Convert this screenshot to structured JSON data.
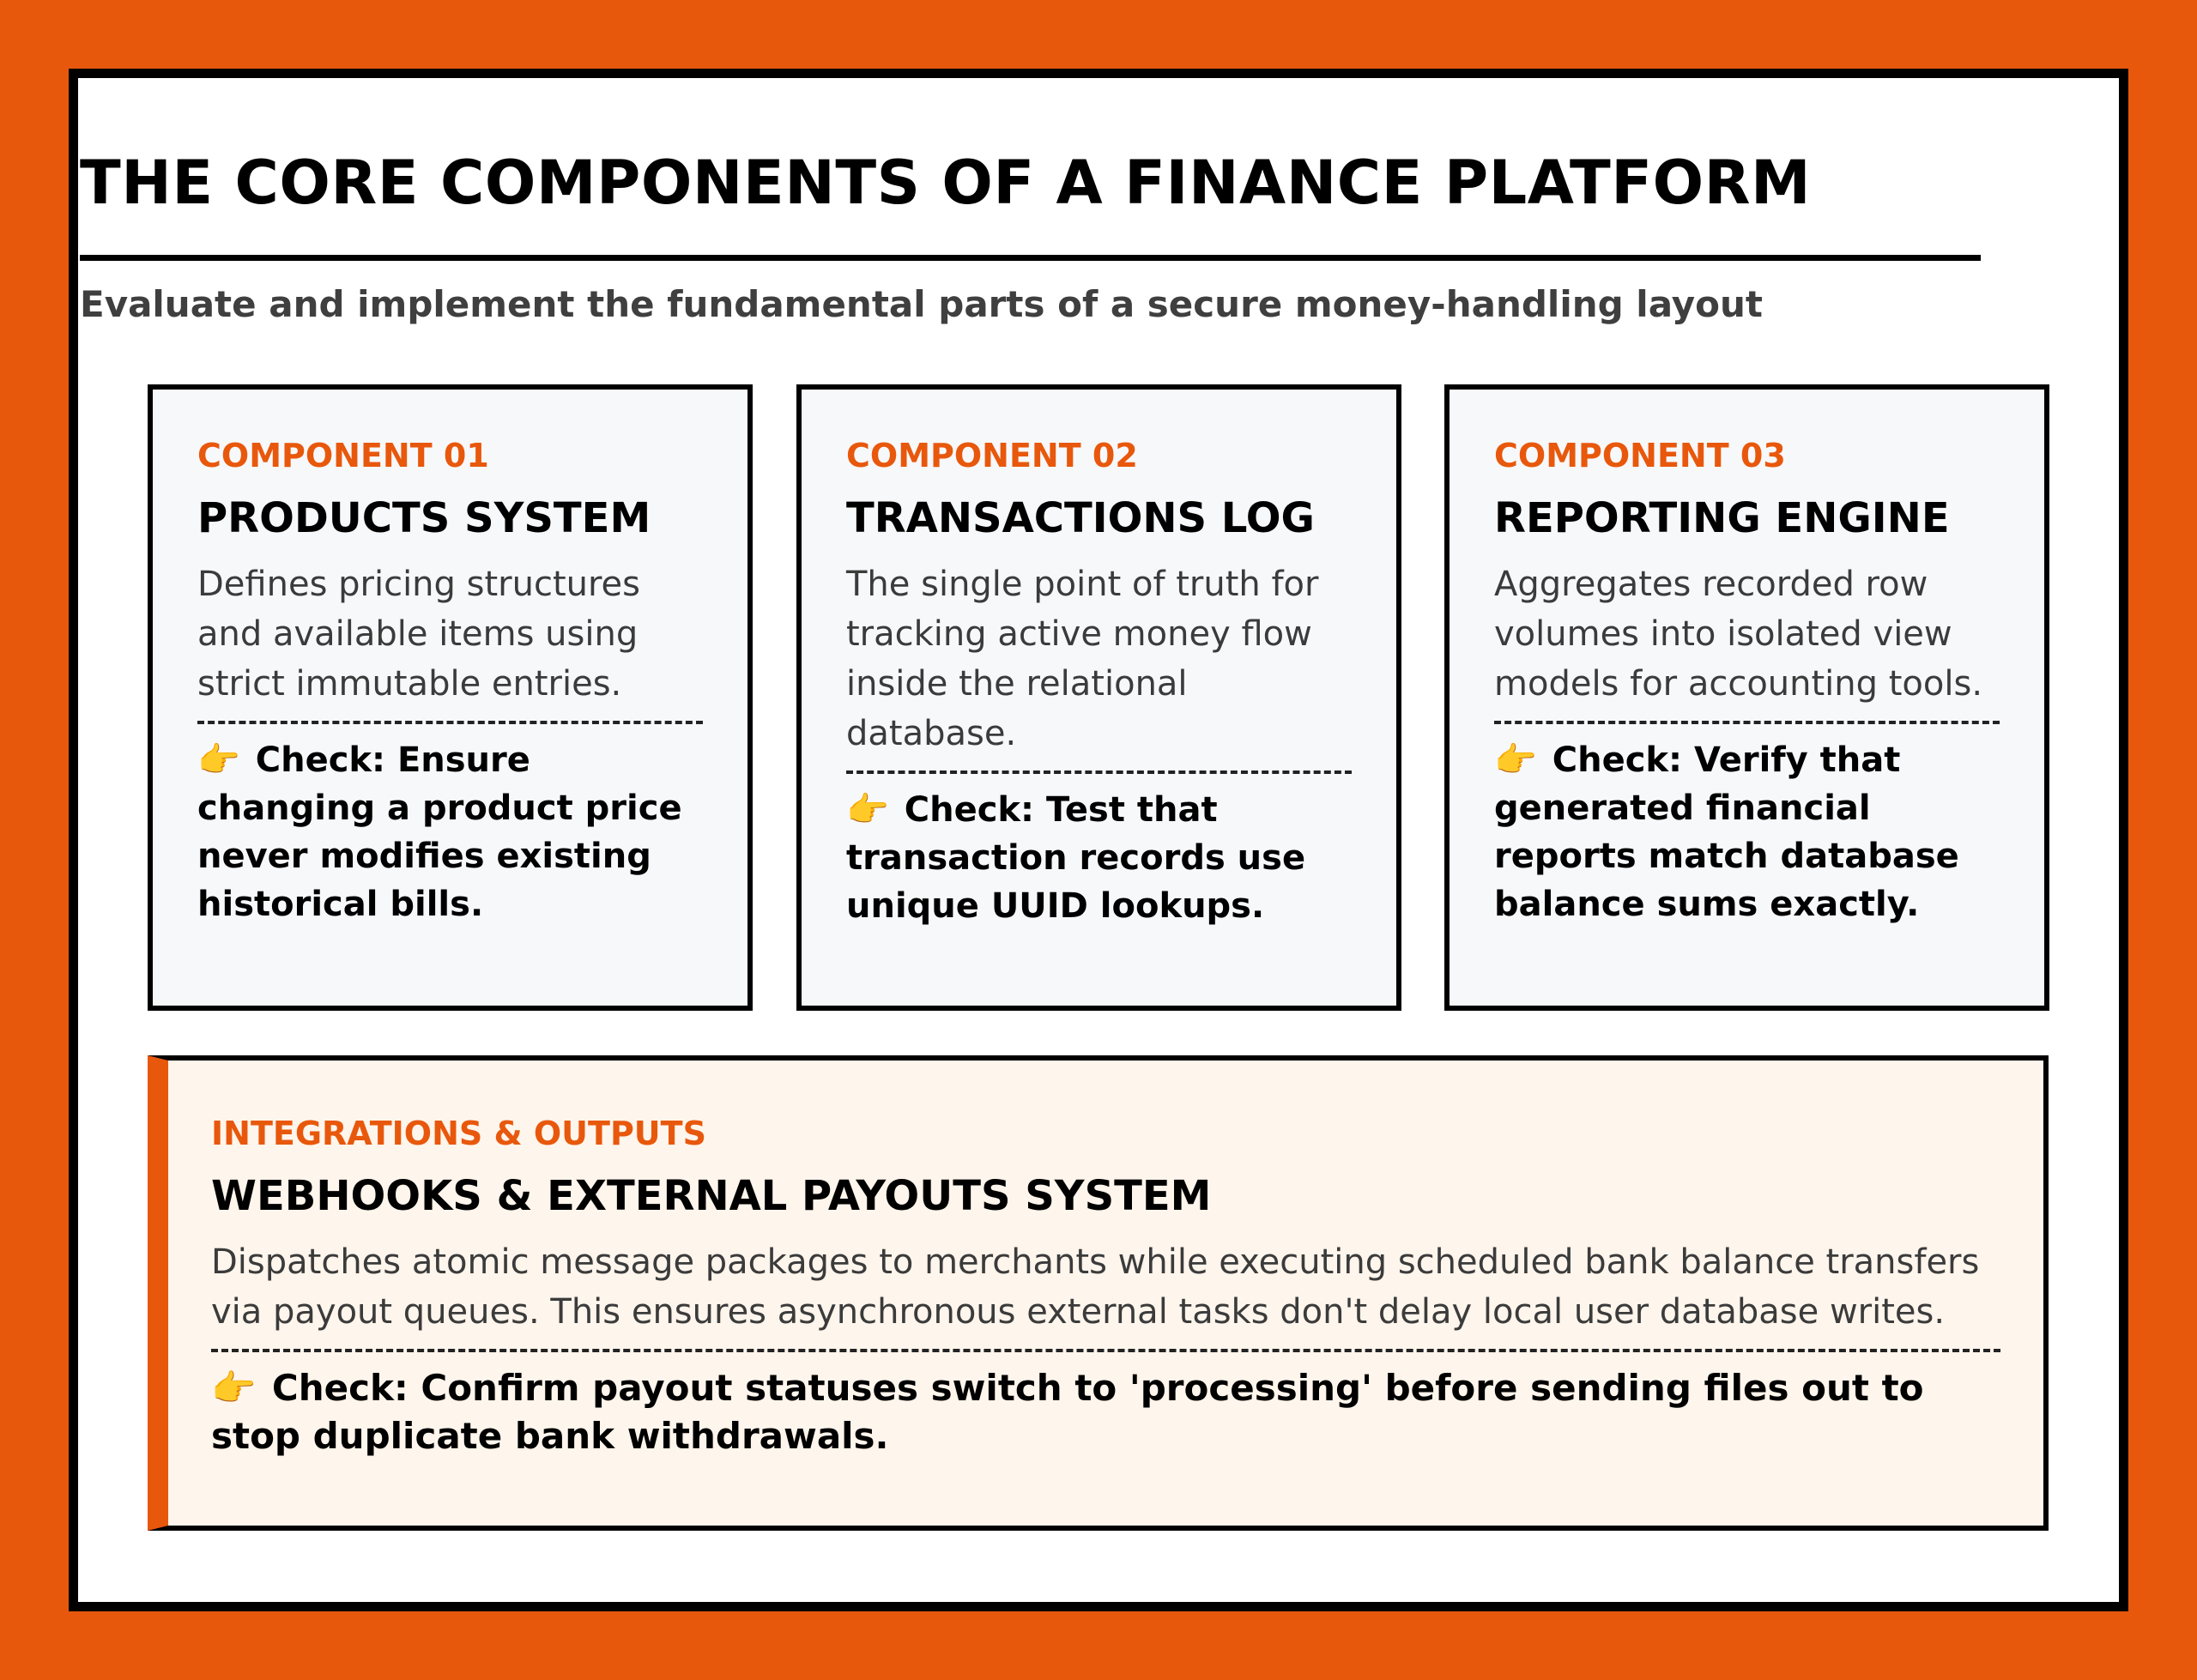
{
  "header": {
    "title": "THE CORE COMPONENTS OF A FINANCE PLATFORM",
    "subtitle": "Evaluate and implement the fundamental parts of a secure money-handling layout"
  },
  "components": [
    {
      "kicker": "COMPONENT 01",
      "title": "PRODUCTS SYSTEM",
      "description": "Defines pricing structures and available items using strict immutable entries.",
      "check": "Check: Ensure changing a product price never modifies existing historical bills."
    },
    {
      "kicker": "COMPONENT 02",
      "title": "TRANSACTIONS LOG",
      "description": "The single point of truth for tracking active money flow inside the relational database.",
      "check": "Check: Test that transaction records use unique UUID lookups."
    },
    {
      "kicker": "COMPONENT 03",
      "title": "REPORTING ENGINE",
      "description": "Aggregates recorded row volumes into isolated view models for accounting tools.",
      "check": "Check: Verify that generated financial reports match database balance sums exactly."
    }
  ],
  "integrations": {
    "kicker": "INTEGRATIONS & OUTPUTS",
    "title": "WEBHOOKS & EXTERNAL PAYOUTS SYSTEM",
    "description": "Dispatches atomic message packages to merchants while executing scheduled bank balance transfers via payout queues. This ensures asynchronous external tasks don't delay local user database writes.",
    "check": "Check: Confirm payout statuses switch to 'processing' before sending files out to stop duplicate bank withdrawals."
  },
  "icons": {
    "check_icon": "pointing-hand-icon",
    "check_glyph": "👉"
  },
  "colors": {
    "accent": "#e8580c",
    "frame": "#000000",
    "card_background": "#f7f8fa",
    "wide_card_background": "#fef5ec"
  }
}
